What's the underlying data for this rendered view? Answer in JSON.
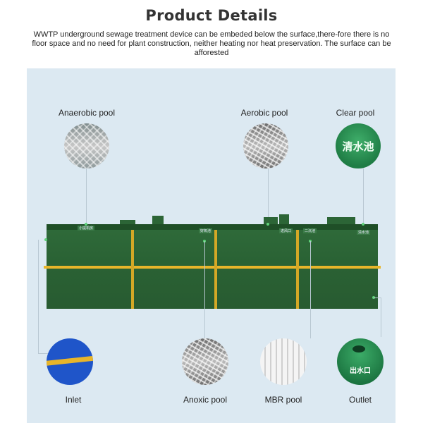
{
  "title": "Product Details",
  "description": "WWTP underground sewage treatment device can be embeded below the surface,there-fore there is no floor space and no need for plant construction, neither heating nor heat preservation. The surface can be afforested",
  "labels": {
    "anaerobic": "Anaerobic pool",
    "aerobic": "Aerobic pool",
    "clear": "Clear pool",
    "inlet": "Inlet",
    "anoxic": "Anoxic pool",
    "mbr": "MBR pool",
    "outlet": "Outlet"
  },
  "photo_text": {
    "clear": "清水池",
    "outlet": "出水口"
  },
  "tank_labels": [
    "小提机房",
    "好氧池",
    "进风口",
    "二沉池",
    "清水池"
  ],
  "colors": {
    "panel": "#dce9f2",
    "tank": "#2a6234",
    "stripe": "#e8b52a",
    "title": "#333333"
  }
}
